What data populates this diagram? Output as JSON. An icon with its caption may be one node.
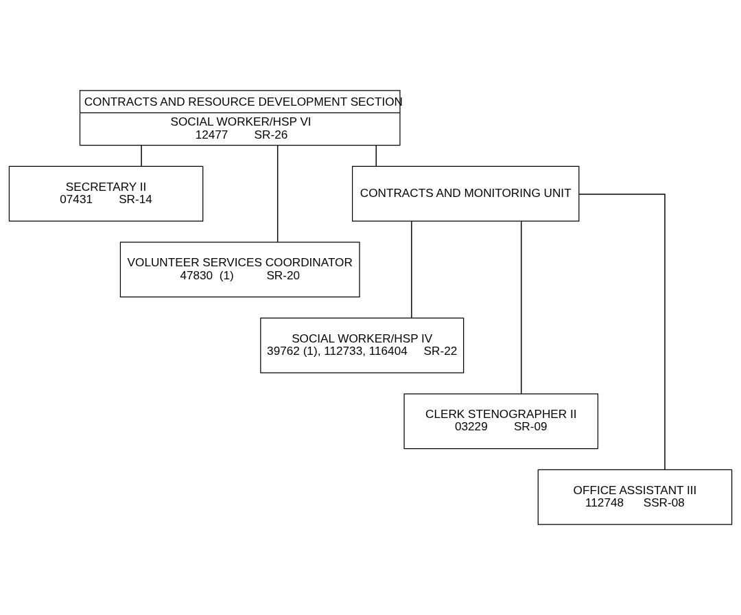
{
  "diagram": {
    "nodes": [
      {
        "text": [
          "CONTRACTS AND RESOURCE DEVELOPMENT SECTION",
          "SOCIAL WORKER/HSP VI",
          "12477        SR-26"
        ]
      },
      {
        "text": [
          "SECRETARY II",
          "07431        SR-14"
        ]
      },
      {
        "text": [
          "VOLUNTEER SERVICES COORDINATOR",
          "47830  (1)          SR-20"
        ]
      },
      {
        "text": [
          "CONTRACTS AND MONITORING UNIT"
        ]
      },
      {
        "text": [
          "SOCIAL WORKER/HSP IV",
          "39762 (1), 112733, 116404     SR-22"
        ]
      },
      {
        "text": [
          "CLERK STENOGRAPHER II",
          "03229        SR-09"
        ]
      },
      {
        "text": [
          "OFFICE ASSISTANT III",
          "112748      SSR-08"
        ]
      }
    ],
    "edges": [
      {
        "from": 0,
        "to": 1,
        "arrow": "none"
      },
      {
        "from": 0,
        "to": 2,
        "arrow": "none"
      },
      {
        "from": 0,
        "to": 3,
        "arrow": "none"
      },
      {
        "from": 3,
        "to": 4,
        "arrow": "none"
      },
      {
        "from": 3,
        "to": 5,
        "arrow": "none"
      },
      {
        "from": 3,
        "to": 6,
        "arrow": "none"
      }
    ]
  }
}
